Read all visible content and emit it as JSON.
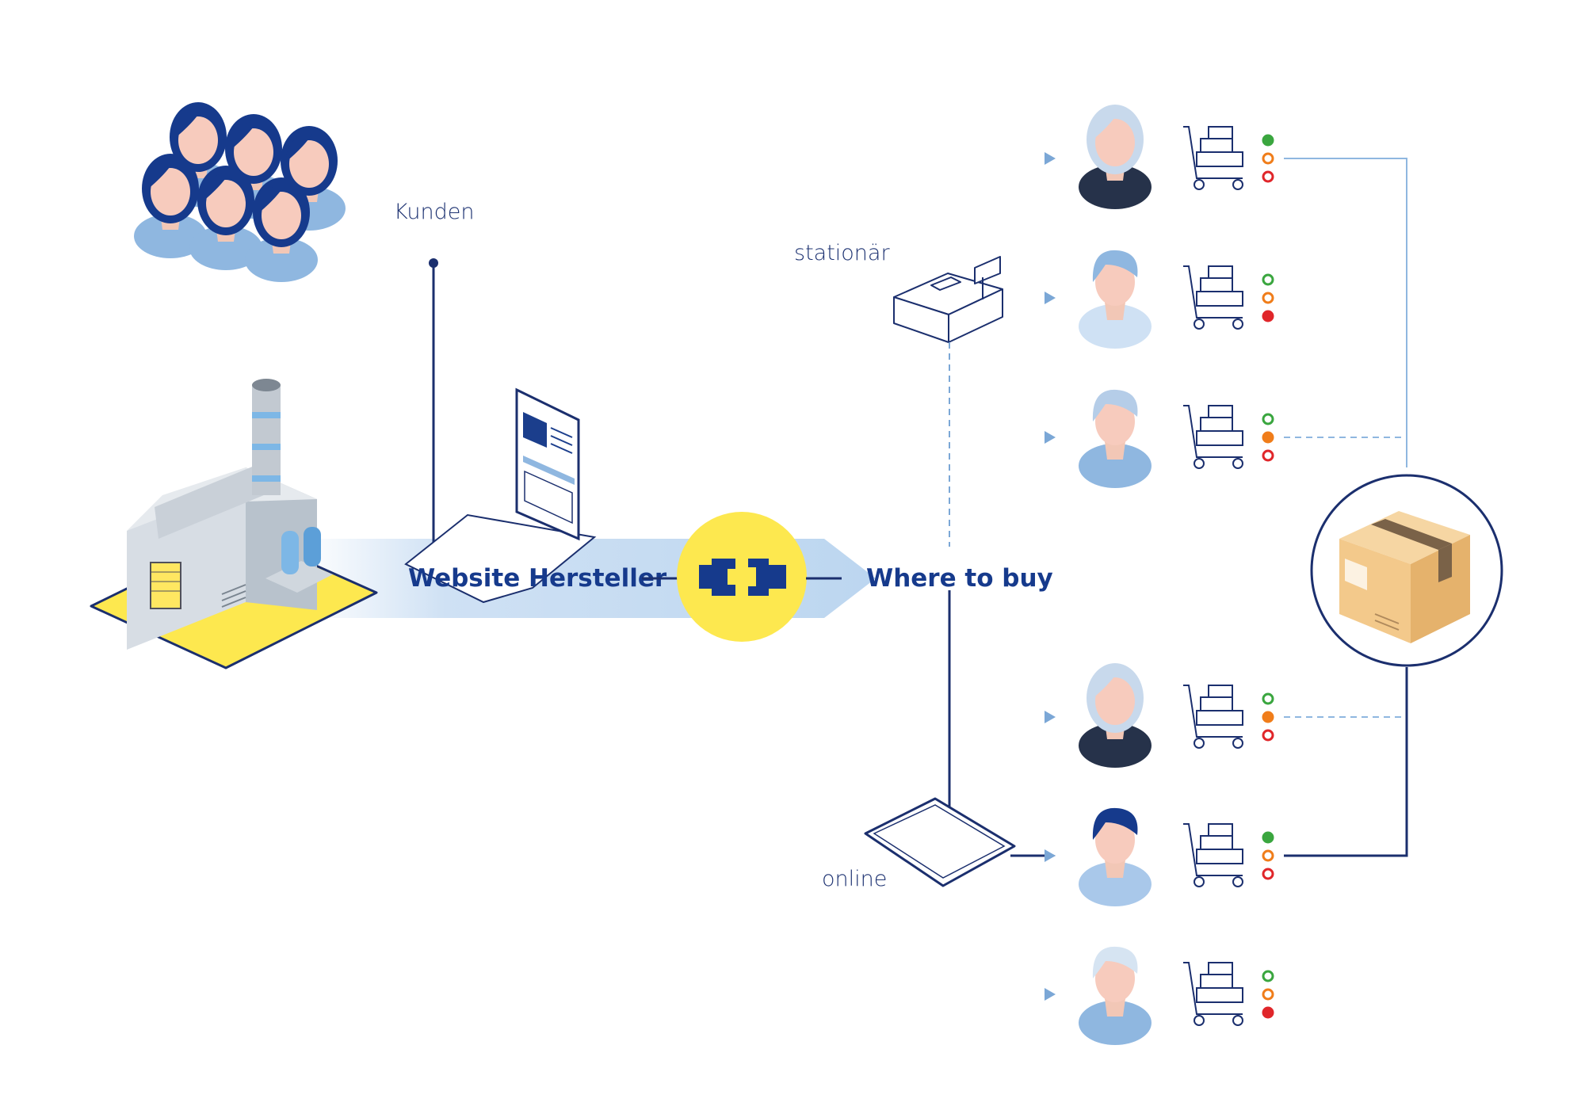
{
  "labels": {
    "customers": "Kunden",
    "stationary": "stationär",
    "online": "online",
    "manufacturer_website": "Website Hersteller",
    "where_to_buy": "Where to buy"
  },
  "colors": {
    "navy": "#1b2f6e",
    "dark_blue": "#163a8c",
    "light_blue": "#8fb7e0",
    "pale_blue": "#cfe1f4",
    "yellow": "#fde84f",
    "box": "#f3c98b",
    "dot_green": "#3aa63f",
    "dot_orange": "#f07d1a",
    "dot_red": "#e0262a"
  },
  "icons": {
    "crowd": "customer-crowd-icon",
    "factory": "factory-icon",
    "laptop": "laptop-icon",
    "plug": "plug-connector-icon",
    "register": "cash-register-icon",
    "tablet": "tablet-icon",
    "cart": "shopping-cart-icon",
    "parcel": "parcel-box-icon"
  },
  "retailers": [
    {
      "avatar": "woman-grey-hair",
      "stock": [
        "available",
        "empty",
        "empty"
      ]
    },
    {
      "avatar": "man-blue-hair",
      "stock": [
        "empty",
        "empty",
        "unavailable"
      ]
    },
    {
      "avatar": "man-light-hair",
      "stock": [
        "empty",
        "limited",
        "empty"
      ]
    },
    {
      "avatar": "woman-grey-hair",
      "stock": [
        "empty",
        "limited",
        "empty"
      ]
    },
    {
      "avatar": "man-navy-hair",
      "stock": [
        "available",
        "empty",
        "empty"
      ]
    },
    {
      "avatar": "man-pale-hair",
      "stock": [
        "empty",
        "empty",
        "unavailable"
      ]
    }
  ]
}
